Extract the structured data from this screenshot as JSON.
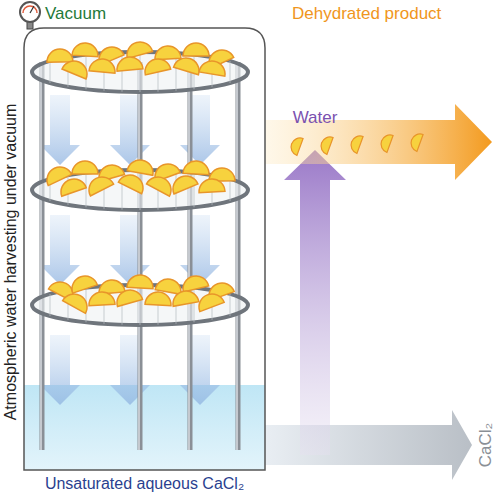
{
  "diagram": {
    "nodes": [
      {
        "text": [
          "Unsaturated aqueous CaCl₂"
        ]
      }
    ],
    "labels": [
      "Atmospheric water harvesting under vacuum",
      "Vacuum",
      "Dehydrated product",
      "Water",
      "CaCl₂"
    ]
  }
}
